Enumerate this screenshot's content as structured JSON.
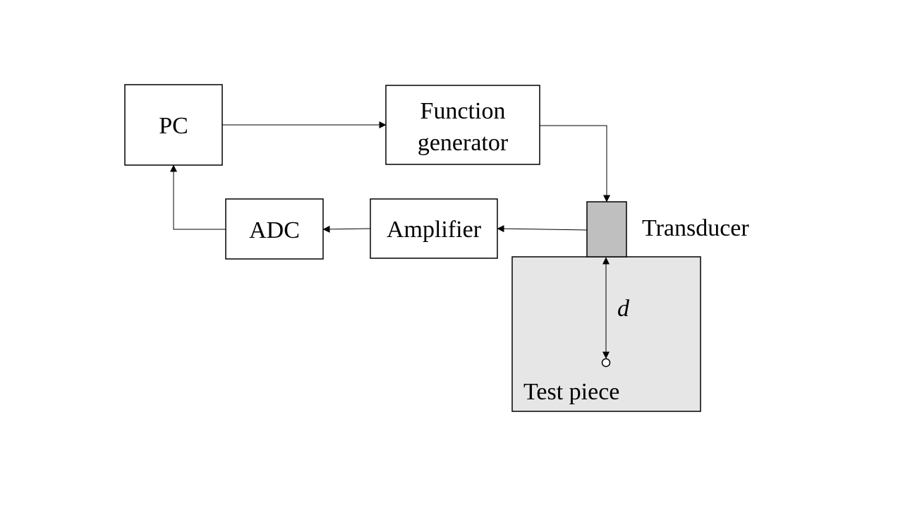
{
  "blocks": {
    "pc": "PC",
    "function_generator": [
      "Function",
      "generator"
    ],
    "adc": "ADC",
    "amplifier": "Amplifier"
  },
  "labels": {
    "transducer": "Transducer",
    "test_piece": "Test piece",
    "distance": "d"
  },
  "colors": {
    "stroke": "#000000",
    "transducer_fill": "#bfbfbf",
    "test_piece_fill": "#e7e6e6",
    "box_fill": "#ffffff"
  }
}
